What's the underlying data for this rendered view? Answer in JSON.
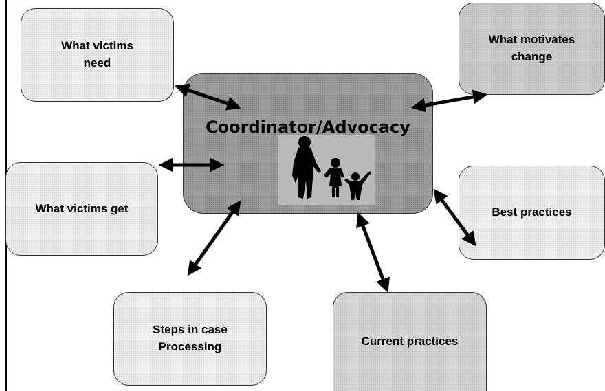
{
  "center": {
    "title": "Coordinator/Advocacy",
    "image": "family-silhouette"
  },
  "nodes": {
    "what_victims_need": "What victims\nneed",
    "what_motivates_change": "What motivates\nchange",
    "what_victims_get": "What victims get",
    "best_practices": "Best practices",
    "steps_in_case_processing": "Steps in case\nProcessing",
    "current_practices": "Current practices"
  },
  "colors": {
    "center_fill": "#9a9a9a",
    "node_fill": "#e2e2e2",
    "arrow": "#000000"
  }
}
